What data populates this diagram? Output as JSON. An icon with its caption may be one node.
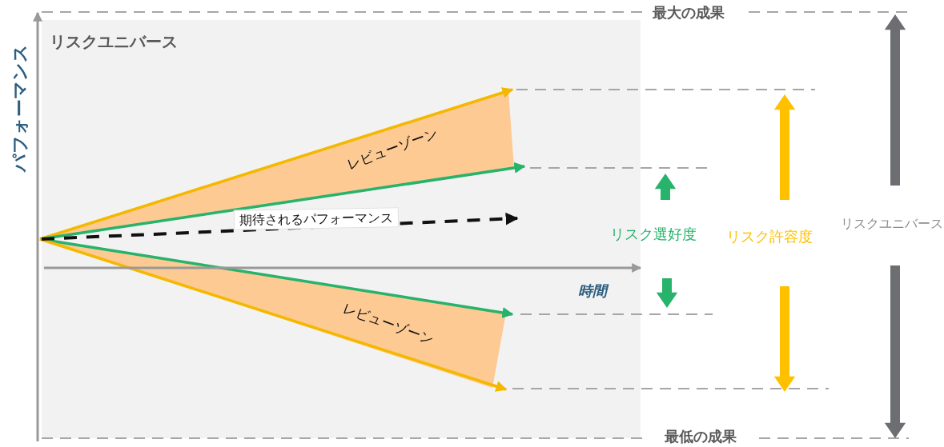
{
  "diagram": {
    "nodes": [
      {
        "text": [
          "リスクユニバース"
        ]
      },
      {
        "text": [
          "レビューゾーン"
        ],
        "in": 0
      },
      {
        "text": [
          "レビューゾーン"
        ],
        "in": 0
      }
    ],
    "labels": [
      "パフォーマンス",
      "時間",
      "期待されるパフォーマンス",
      "最大の成果",
      "最低の成果",
      "リスク選好度",
      "リスク許容度",
      "リスクユニバース"
    ]
  }
}
